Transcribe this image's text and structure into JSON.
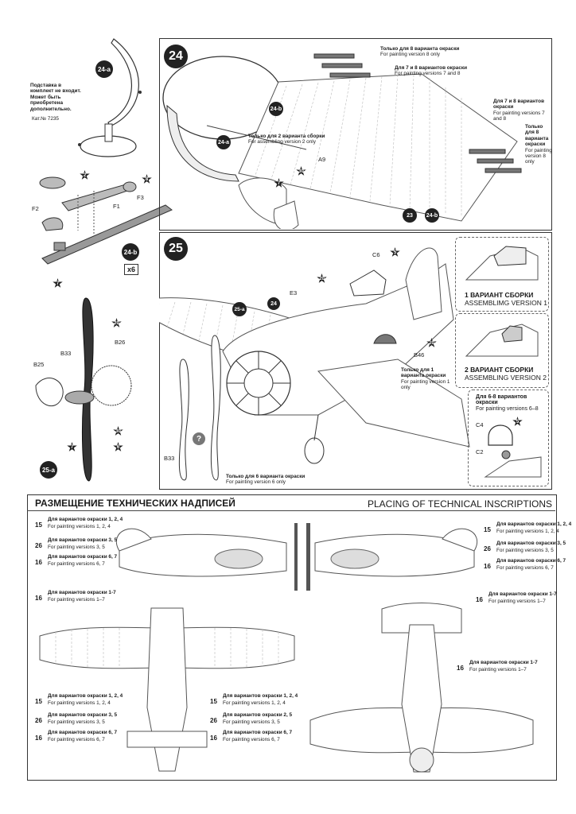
{
  "step24": {
    "number": "24",
    "note_stand_ru": "Подставка в комплект не входит. Может быть приобретена дополнительно.",
    "note_stand_cat": "Кат.№ 7235",
    "stand_tag": "24-a",
    "detail_tag": "24-b",
    "multiplier": "x6",
    "parts": {
      "f1": "F1",
      "f2": "F2",
      "f3": "F3",
      "a9": "A9",
      "p23": "23"
    },
    "stars": {
      "s2": "2",
      "s8": "8",
      "s7a": "7",
      "s30": "30",
      "s7b": "7"
    },
    "only_v8_ru": "Только для 8 варианта окраски",
    "only_v8_en": "For painting version 8 only",
    "v78_ru": "Для 7 и 8 вариантов окраски",
    "v78_en": "For painting versions 7 and 8",
    "v78b_ru": "Для 7 и 8 вариантов окраски",
    "v78b_en": "For painting versions 7 and 8",
    "only_v8b_ru": "Только для 8 варианта окраски",
    "only_v8b_en": "For painting version 8 only",
    "assembly_v2_ru": "Только для 2 варианта сборки",
    "assembly_v2_en": "For assembling version 2 only",
    "tag_24a": "24-a",
    "tag_24b_1": "24-b",
    "tag_24b_2": "24-b"
  },
  "step25": {
    "number": "25",
    "prop_tag": "25-a",
    "parts": {
      "b25": "B25",
      "b26": "B26",
      "b33": "B33",
      "b33b": "B33",
      "b46": "B46",
      "c6": "C6",
      "e3": "E3",
      "c4": "C4",
      "c2": "C2",
      "p24": "24",
      "p25a": "25-a"
    },
    "stars": {
      "s20": "20",
      "s7": "7",
      "s30": "30",
      "s6": "6",
      "s5": "5",
      "s20b": "20",
      "s20c": "20",
      "s5b": "5"
    },
    "only_v1_ru": "Только для 1 варианта окраски",
    "only_v1_en": "For painting version 1 only",
    "only_v6_ru": "Только для 6 варианта окраски",
    "only_v6_en": "For painting version 6 only",
    "assembly1_ru": "1 ВАРИАНТ СБОРКИ",
    "assembly1_en": "ASSEMBLIMG VERSION 1",
    "assembly2_ru": "2 ВАРИАНТ СБОРКИ",
    "assembly2_en": "ASSEMBLING VERSION 2",
    "v68_ru": "Для 6-8 вариантов окраски",
    "v68_en": "For painting versions 6–8",
    "question": "?"
  },
  "technical": {
    "title_ru": "РАЗМЕЩЕНИЕ ТЕХНИЧЕСКИХ НАДПИСЕЙ",
    "title_en": "PLACING OF TECHNICAL INSCRIPTIONS",
    "left_side": [
      {
        "num": "15",
        "ru": "Для вариантов окраски 1, 2, 4",
        "en": "For painting versions 1, 2, 4"
      },
      {
        "num": "26",
        "ru": "Для вариантов окраски 3, 5",
        "en": "For painting versions 3, 5"
      },
      {
        "num": "16",
        "ru": "Для вариантов окраски 6, 7",
        "en": "For painting versions 6, 7"
      }
    ],
    "left_side_bottom": {
      "num": "16",
      "ru": "Для вариантов окраски 1-7",
      "en": "For painting versions 1–7"
    },
    "right_side": [
      {
        "num": "15",
        "ru": "Для вариантов окраски 1, 2, 4",
        "en": "For painting versions 1, 2, 4"
      },
      {
        "num": "26",
        "ru": "Для вариантов окраски 3, 5",
        "en": "For painting versions 3, 5"
      },
      {
        "num": "16",
        "ru": "Для вариантов окраски 6, 7",
        "en": "For painting versions 6, 7"
      }
    ],
    "right_side_bottom": {
      "num": "16",
      "ru": "Для вариантов окраски 1-7",
      "en": "For painting versions 1–7"
    },
    "top_view_left": [
      {
        "num": "15",
        "ru": "Для вариантов окраски 1, 2, 4",
        "en": "For painting versions 1, 2, 4"
      },
      {
        "num": "26",
        "ru": "Для вариантов окраски 3, 5",
        "en": "For painting versions 3, 5"
      },
      {
        "num": "16",
        "ru": "Для вариантов окраски 6, 7",
        "en": "For painting versions 6, 7"
      }
    ],
    "top_view_mid": [
      {
        "num": "15",
        "ru": "Для вариантов окраски 1, 2, 4",
        "en": "For painting versions 1, 2, 4"
      },
      {
        "num": "26",
        "ru": "Для вариантов окраски 2, 5",
        "en": "For painting versions 3, 5"
      },
      {
        "num": "16",
        "ru": "Для вариантов окраски 6, 7",
        "en": "For painting versions 6, 7"
      }
    ],
    "bottom_view": {
      "num": "16",
      "ru": "Для вариантов окраски 1-7",
      "en": "For painting versions 1–7"
    }
  }
}
